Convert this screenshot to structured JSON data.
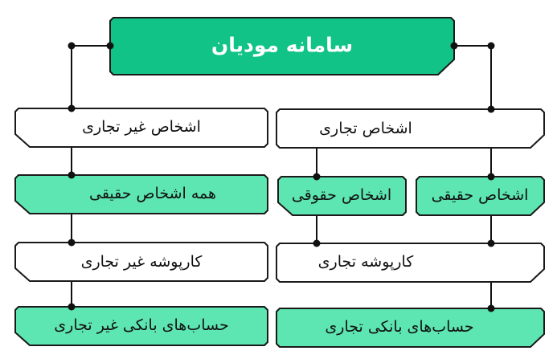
{
  "title": "سامانه مودیان",
  "colors": {
    "title_fill": "#11c386",
    "green_fill": "#5de6b2",
    "white_fill": "#ffffff",
    "stroke": "#1a1a1a"
  },
  "left_column": {
    "category": "اشخاص غیر تجاری",
    "persons": "همه اشخاص حقیقی",
    "dashboard": "کارپوشه غیر تجاری",
    "bank_accounts": "حساب‌های بانکی غیر تجاری"
  },
  "right_column": {
    "category": "اشخاص تجاری",
    "legal_persons": "اشخاص حقوقی",
    "natural_persons": "اشخاص حقیقی",
    "dashboard": "کارپوشه تجاری",
    "bank_accounts": "حساب‌های بانکی تجاری"
  }
}
